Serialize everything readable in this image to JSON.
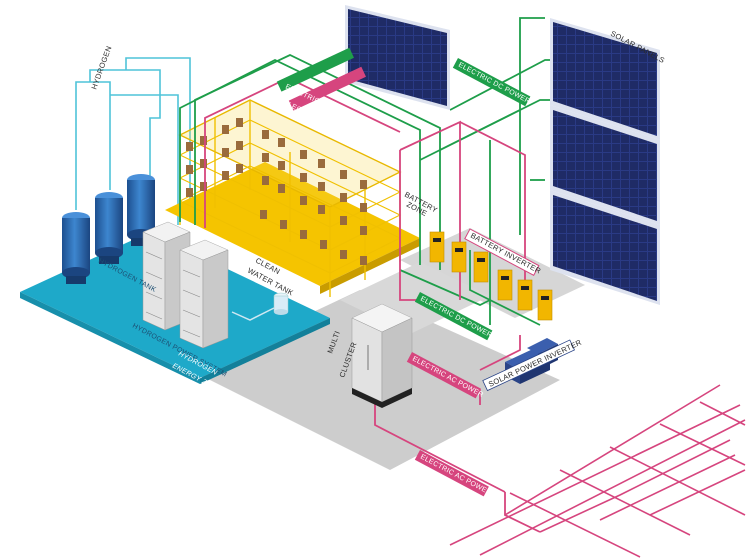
{
  "labels": {
    "hydrogen": "HYDROGEN",
    "hydrogen_tank": "HYDROGEN TANK",
    "hydrogen_power_system": "HYDROGEN POWER SYSTEM",
    "hydrogen_energy_zone_1": "HYDROGEN",
    "hydrogen_energy_zone_2": "ENERGY ZONE",
    "clean_water_tank_1": "CLEAN",
    "clean_water_tank_2": "WATER TANK",
    "electric_dc_power": "ELECTRIC DC POWER",
    "electric_ac_power": "ELECTRIC AC POWER",
    "electric_dc_power_right": "ELECTRIC DC POWER",
    "electric_dc_power_lower": "ELECTRIC DC POWER",
    "electric_ac_power_lower": "ELECTRIC AC POWER",
    "electric_ac_power_bottom": "ELECTRIC AC POWER",
    "battery_zone_1": "BATTERY",
    "battery_zone_2": "ZONE",
    "battery_inverter": "BATTERY INVERTER",
    "solar_panels": "SOLAR PANELS",
    "solar_power_inverter": "SOLAR POWER INVERTER",
    "multi_cluster_1": "MULTI",
    "multi_cluster_2": "CLUSTER"
  },
  "colors": {
    "hydrogen_line": "#4fc3d9",
    "dc_power": "#1e9e4a",
    "ac_power": "#d6457e",
    "hydrogen_zone": "#1ea9c9",
    "battery_rack": "#f5c400",
    "solar_panel": "#23306f",
    "gray_zone": "#cfcfcf",
    "tank": "#2a6cb3"
  }
}
